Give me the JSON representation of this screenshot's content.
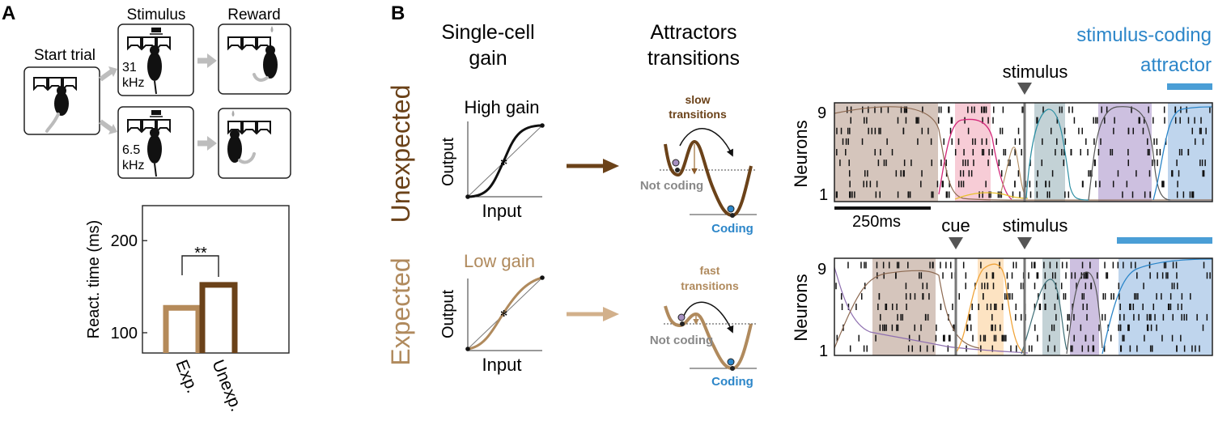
{
  "panel_a": {
    "letter": "A",
    "stages": {
      "start": "Start trial",
      "stimulus": "Stimulus",
      "reward": "Reward"
    },
    "freq_high": [
      "31",
      "kHz"
    ],
    "freq_low": [
      "6.5",
      "kHz"
    ]
  },
  "panel_b": {
    "letter": "B",
    "col_gain": [
      "Single-cell",
      "gain"
    ],
    "col_attr": [
      "Attractors",
      "transitions"
    ],
    "row_unexpected": "Unexpected",
    "row_expected": "Expected",
    "high_gain": "High gain",
    "low_gain": "Low gain",
    "axis_output": "Output",
    "axis_input": "Input",
    "slow": [
      "slow",
      "transitions"
    ],
    "fast": [
      "fast",
      "transitions"
    ],
    "not_coding": "Not coding",
    "coding": "Coding",
    "attractor_label": [
      "stimulus-coding",
      "attractor"
    ],
    "stimulus": "stimulus",
    "cue": "cue",
    "scale_bar": "250ms",
    "neurons_label": "Neurons",
    "neurons_top": "9",
    "neurons_bottom": "1"
  },
  "colors": {
    "dark_brown": "#6b4219",
    "light_brown": "#b08a5d",
    "blue": "#2c86c9",
    "magenta": "#d4277a",
    "purple": "#8e6fb0",
    "teal": "#3e6f77",
    "orange": "#f0a43a"
  },
  "chart_data": {
    "type": "bar",
    "categories": [
      "Exp.",
      "Unexp."
    ],
    "values": [
      127,
      152
    ],
    "ylabel": "React. time (ms)",
    "yticks": [
      100,
      200
    ],
    "ylim": [
      78,
      238
    ],
    "annotation": "**",
    "series_colors": [
      "#b58a5a",
      "#6b4219"
    ]
  }
}
